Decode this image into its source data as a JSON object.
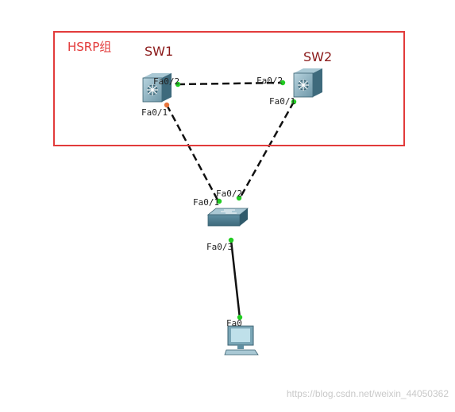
{
  "group": {
    "title": "HSRP组"
  },
  "devices": {
    "sw1": {
      "label": "SW1",
      "icon": "multilayer-switch-icon"
    },
    "sw2": {
      "label": "SW2",
      "icon": "multilayer-switch-icon"
    },
    "access_switch": {
      "icon": "switch-icon"
    },
    "pc": {
      "icon": "pc-icon"
    }
  },
  "ports": {
    "sw1_fa02": "Fa0/2",
    "sw1_fa01": "Fa0/1",
    "sw2_fa02": "Fa0/2",
    "sw2_fa01": "Fa0/1",
    "acc_fa01": "Fa0/1",
    "acc_fa02": "Fa0/2",
    "acc_fa03": "Fa0/3",
    "pc_fa0": "Fa0"
  },
  "colors": {
    "group_border": "#e23b3b",
    "device_label": "#8b1a1a",
    "link_up": "#22cc22",
    "link_blocked": "#e8743b"
  },
  "watermark": "https://blog.csdn.net/weixin_44050362"
}
